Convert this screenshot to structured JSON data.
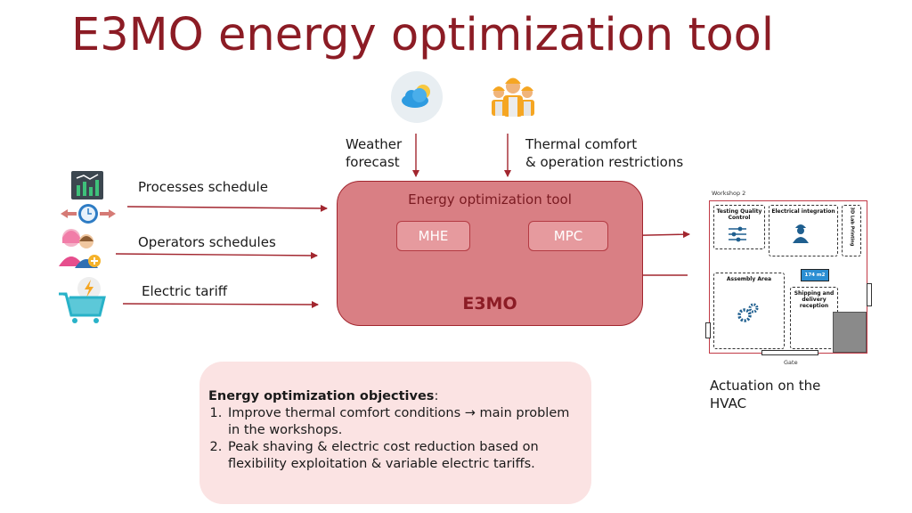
{
  "title": "E3MO energy optimization tool",
  "inputs_top": {
    "weather": [
      "Weather",
      "forecast"
    ],
    "thermal": [
      "Thermal comfort",
      "& operation restrictions"
    ]
  },
  "inputs_left": {
    "processes": "Processes schedule",
    "operators": "Operators schedules",
    "tariff": "Electric tariff"
  },
  "tool": {
    "title": "Energy optimization tool",
    "mhe": "MHE",
    "mpc": "MPC",
    "name": "E3MO"
  },
  "floorplan": {
    "workshop": "Workshop 2",
    "rooms": {
      "testing": "Testing Quality Control",
      "electrical": "Electrical integration",
      "lab": "3D Lab Printing",
      "assembly": "Assembly Area",
      "shipping": "Shipping and delivery reception"
    },
    "area": "174 m2",
    "gate": "Gate"
  },
  "actuation": [
    "Actuation on the",
    "HVAC"
  ],
  "objectives": {
    "heading": "Energy optimization objectives",
    "items": [
      "Improve thermal comfort conditions → main problem in the workshops.",
      "Peak shaving & electric cost reduction based on flexibility exploitation & variable electric tariffs."
    ]
  },
  "colors": {
    "accent": "#8c1c25",
    "box": "#d97f84",
    "node": "#e69a9e",
    "panel": "#fbe3e3"
  }
}
